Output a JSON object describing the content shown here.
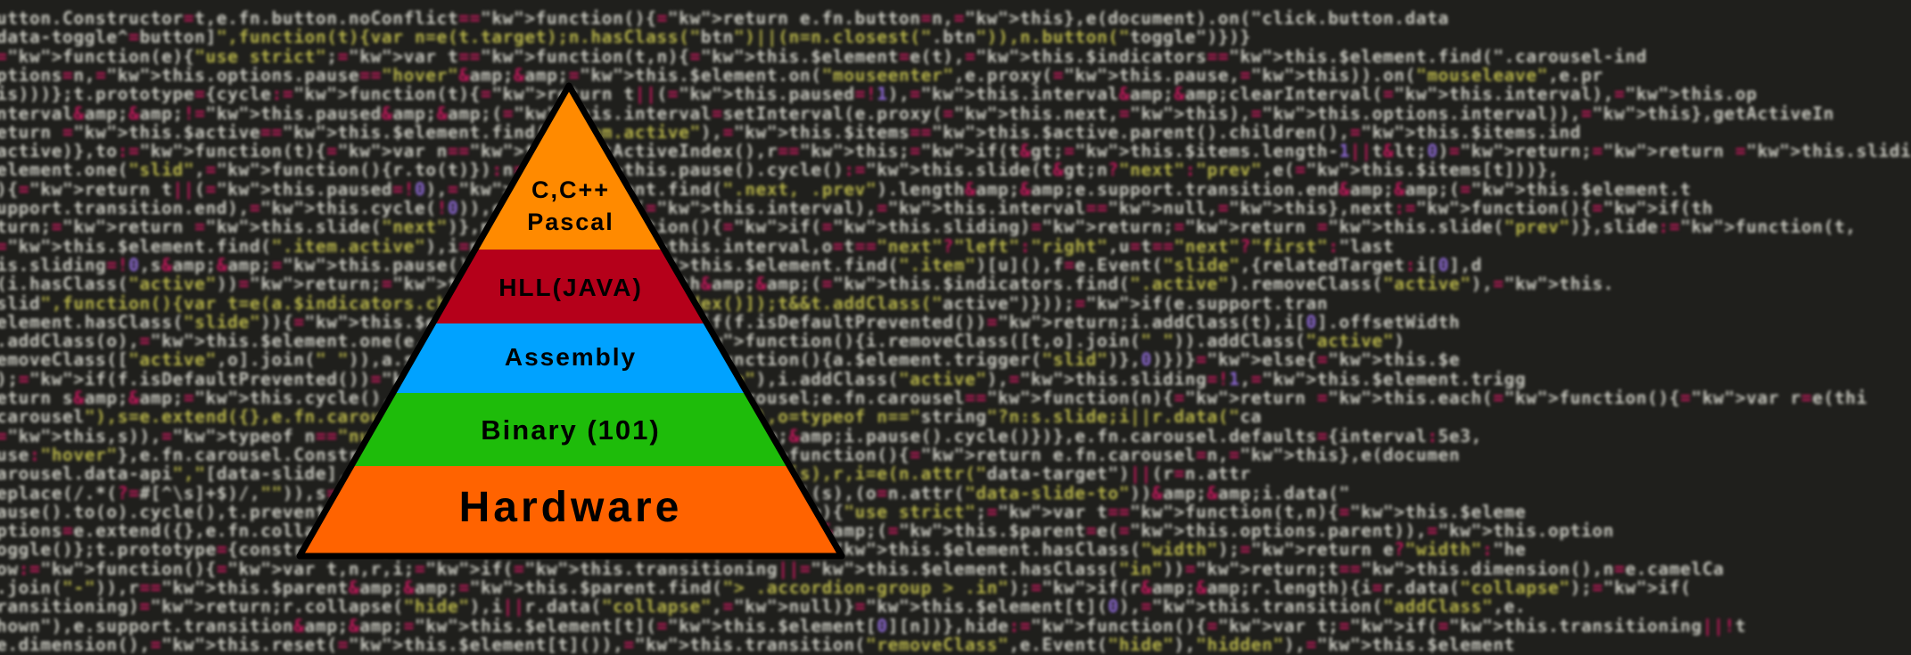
{
  "diagram": {
    "type": "pyramid",
    "title": "",
    "levels": [
      {
        "label_line1": "C,C++",
        "label_line2": "Pascal",
        "color": "#ff8a00"
      },
      {
        "label": "HLL(JAVA)",
        "color": "#b5001a"
      },
      {
        "label": "Assembly",
        "color": "#00a2ff"
      },
      {
        "label": "Binary (101)",
        "color": "#1ebc0a"
      },
      {
        "label": "Hardware",
        "color": "#ff6300"
      }
    ],
    "outline_color": "#000000"
  },
  "background": {
    "description": "blurred JavaScript source code (Bootstrap carousel/collapse plugin)",
    "base_color": "#1f1f1c",
    "code_lines": [
      "utton.Constructor=t,e.fn.button.noConflict=function(){return e.fn.button=n,this},e(document).on(\"click.button.data",
      "data-toggle^=button]\",function(t){var n=e(t.target);n.hasClass(\"btn\")||(n=n.closest(\".btn\")),n.button(\"toggle\")})}",
      "function(e){\"use strict\";var t=function(t,n){this.$element=e(t),this.$indicators=this.$element.find(\".carousel-ind",
      "ptions=n,this.options.pause==\"hover\"&&this.$element.on(\"mouseenter\",e.proxy(this.pause,this)).on(\"mouseleave\",e.pr",
      "is)))};t.prototype={cycle:function(t){return t||(this.paused=!1),this.interval&&clearInterval(this.interval),this.op",
      "nterval&&!this.paused&&(this.interval=setInterval(e.proxy(this.next,this),this.options.interval)),this},getActiveIn",
      "eturn this.$active=this.$element.find(\".item.active\"),this.$items=this.$active.parent().children(),this.$items.ind",
      "active)},to:function(t){var n=this.getActiveIndex(),r=this;if(t>this.$items.length-1||t<0)return;return this.slidi",
      "element.one(\"slid\",function(){r.to(t)}):n==t?this.pause().cycle():this.slide(t>n?\"next\":\"prev\",e(this.$items[t]))},",
      "){return t||(this.paused=!0),this.$element.find(\".next, .prev\").length&&e.support.transition.end&&(this.$element.t",
      "upport.transition.end),this.cycle(!0)),clearInterval(this.interval),this.interval=null,this},next:function(){if(th",
      "turn;return this.slide(\"next\")},prev:function(){if(this.sliding)return;return this.slide(\"prev\")},slide:function(t,",
      "this.$element.find(\".item.active\"),i=n||r[t](),s=this.interval,o=t==\"next\"?\"left\":\"right\",u=t==\"next\"?\"first\":\"last",
      "is.sliding=!0,s&&this.pause(),i=i.length?i:this.$element.find(\".item\")[u](),f=e.Event(\"slide\",{relatedTarget:i[0],d",
      "(i.hasClass(\"active\"))return;this.$indicators.length&&(this.$indicators.find(\".active\").removeClass(\"active\"),this.",
      "slid\",function(){var t=e(a.$indicators.children()[a.getActiveIndex()]);t&&t.addClass(\"active\")}));if(e.support.tran",
      "element.hasClass(\"slide\")){this.$element.trigger(f);if(f.isDefaultPrevented())return;i.addClass(t),i[0].offsetWidth",
      ".addClass(o),this.$element.one(e.support.transition.end,function(){i.removeClass([t,o].join(\" \")).addClass(\"active\")",
      "emoveClass([\"active\",o].join(\" \")),a.sliding=!1,setTimeout(function(){a.$element.trigger(\"slid\")},0)})}else{this.$e",
      ");if(f.isDefaultPrevented())return;r.removeClass(\"active\"),i.addClass(\"active\"),this.sliding=!1,this.$element.trigg",
      "eturn s&&this.cycle(),this}};var n=e.fn.carousel;e.fn.carousel=function(n){return this.each(function(){var r=e(thi",
      "carousel\"),s=e.extend({},e.fn.carousel.defaults,typeof n==\"object\"&&n),o=typeof n==\"string\"?n:s.slide;i||r.data(\"ca",
      "this,s)),typeof n==\"number\"?i.to(n):o?i[o]():s.interval&&i.pause().cycle()})},e.fn.carousel.defaults={interval:5e3,",
      "use:\"hover\"},e.fn.carousel.Constructor=t,e.fn.carousel.noConflict=function(){return e.fn.carousel=n,this},e(documen",
      "arousel.data-api\",\"[data-slide], [data-slide-to]\",function(t){var n=e(this),r,i=e(n.attr(\"data-target\")||(r=n.attr",
      "eplace(/.*(?=#[^\\s]+$)/,\"\")),s=e.extend({},i.data(),n.data()),o;i.carousel(s),(o=n.attr(\"data-slide-to\"))&&i.data(\"",
      "ause().to(o).cycle(),t.preventDefault()})}(window.jQuery),!function(e){\"use strict\";var t=function(t,n){this.$eleme",
      "ptions=e.extend({},e.fn.collapse.defaults,n),this.options.parent&&(this.$parent=e(this.options.parent)),this.option",
      "oggle()};t.prototype={constructor:t,dimension:function(){var e=this.$element.hasClass(\"width\");return e?\"width\":\"he",
      "ow:function(){var t,n,r,i;if(this.transitioning||this.$element.hasClass(\"in\"))return;t=this.dimension(),n=e.camelCa",
      ".join(\"-\")),r=this.$parent&&this.$parent.find(\"> .accordion-group > .in\");if(r&&r.length){i=r.data(\"collapse\");if(",
      "ransitioning)return;r.collapse(\"hide\"),i||r.data(\"collapse\",null)}this.$element[t](0),this.transition(\"addClass\",e.",
      "hown\"),e.support.transition&&this.$element[t](this.$element[0][n])},hide:function(){var t;if(this.transitioning||!t",
      "e.dimension(),this.reset(this.$element[t]()),this.transition(\"removeClass\",e.Event(\"hide\"),\"hidden\"),this.$element"
    ]
  }
}
